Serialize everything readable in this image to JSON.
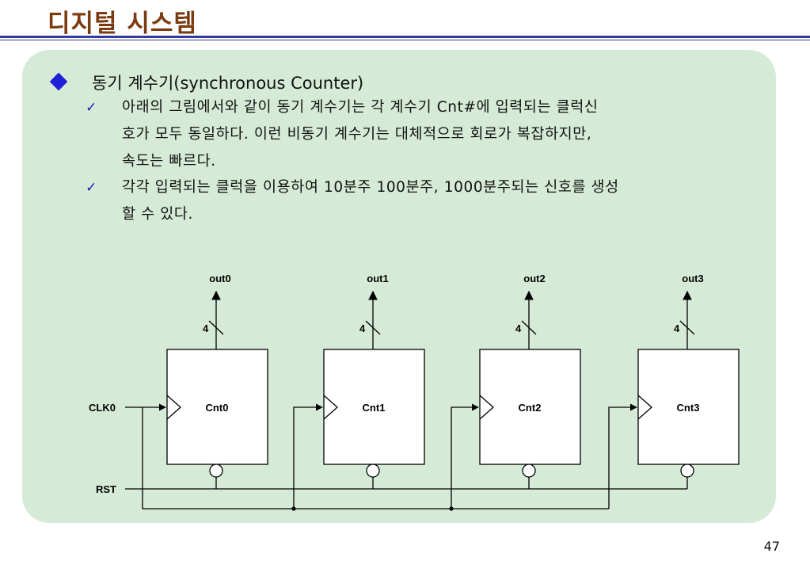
{
  "slide": {
    "title": "디지털 시스템",
    "page_number": "47"
  },
  "content": {
    "heading": "동기 계수기(synchronous Counter)",
    "items": [
      {
        "line1": "아래의 그림에서와 같이 동기 계수기는 각 계수기 Cnt#에 입력되는 클럭신",
        "line2": "호가 모두 동일하다. 이런 비동기 계수기는 대체적으로 회로가 복잡하지만,",
        "line3": "속도는 빠르다."
      },
      {
        "line1": "각각 입력되는 클럭을 이용하여 10분주 100분주, 1000분주되는 신호를 생성",
        "line2": "할 수 있다."
      }
    ]
  },
  "diagram": {
    "counters": [
      {
        "name": "Cnt0",
        "output": "out0",
        "width": "4"
      },
      {
        "name": "Cnt1",
        "output": "out1",
        "width": "4"
      },
      {
        "name": "Cnt2",
        "output": "out2",
        "width": "4"
      },
      {
        "name": "Cnt3",
        "output": "out3",
        "width": "4"
      }
    ],
    "clock_label": "CLK0",
    "reset_label": "RST"
  }
}
